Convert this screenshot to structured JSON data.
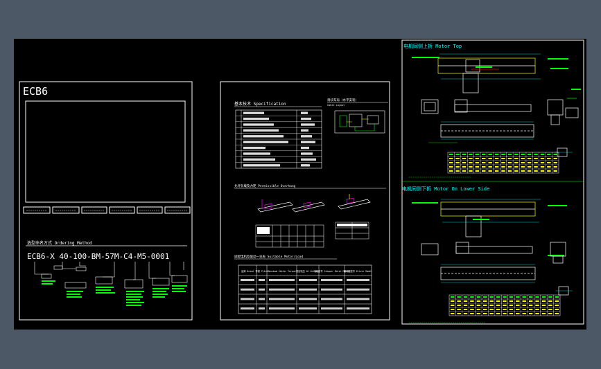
{
  "panel1": {
    "title": "ECB6",
    "ordering_heading": "选型命名方式 Ordering Method",
    "order_code": "ECB6-X 40-100-BM-57M-C4-M5-0001",
    "option_tabs": [
      "",
      "",
      "",
      "",
      "",
      ""
    ]
  },
  "panel2": {
    "spec_heading": "基本技术 Specification",
    "spec_rows": [
      "",
      "",
      "",
      "",
      "",
      "",
      "",
      "",
      "",
      ""
    ],
    "spec_values": [
      "",
      "",
      "",
      "",
      "",
      "",
      "",
      "",
      "",
      ""
    ],
    "layout_heading": "滑块布局（水平安装）",
    "layout_subheading": "Cable Layout",
    "load_heading": "允许负载及力矩 Permissible Overhang",
    "motor_heading": "适配电机及驱动一览表 Suitable Motor/Load",
    "motor_table": {
      "headers": [
        "品牌 Brand",
        "导程 Pitch",
        "Maximum Static Torque",
        "额定电压 AC Voltage",
        "电机型号 Stepper Motor Model",
        "驱动器型号 Driver Model"
      ],
      "rows": [
        [
          "",
          "",
          "",
          "",
          "",
          ""
        ],
        [
          "",
          "",
          "",
          "",
          "",
          ""
        ],
        [
          "",
          "",
          "",
          "",
          "",
          ""
        ],
        [
          "",
          "",
          "",
          "",
          "",
          ""
        ]
      ]
    }
  },
  "panel3": {
    "top_heading": "电机同侧上折 Motor Top",
    "bottom_heading": "电机同侧下折 Motor On Lower Side"
  },
  "colors": {
    "background": "#4d5866",
    "sheet": "#000000",
    "frame": "#ffffff",
    "cad_green": "#00ff00",
    "cad_cyan": "#00ffff",
    "cad_yellow": "#ffff00"
  }
}
